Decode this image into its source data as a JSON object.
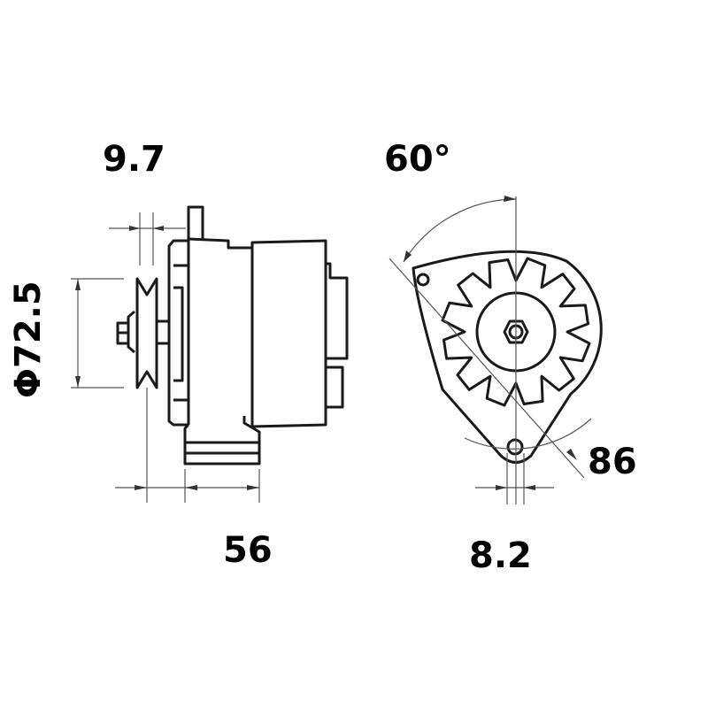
{
  "title": "Alternator dimension drawing",
  "dimensions": {
    "pulley_width": "9.7",
    "mount_angle": "60°",
    "pulley_diameter": "Φ72.5",
    "length_to_mount": "56",
    "mount_hole": "8.2",
    "mount_radius": "86"
  },
  "colors": {
    "line": "#1a1a1a",
    "dimension": "#555555",
    "background": "#ffffff"
  }
}
